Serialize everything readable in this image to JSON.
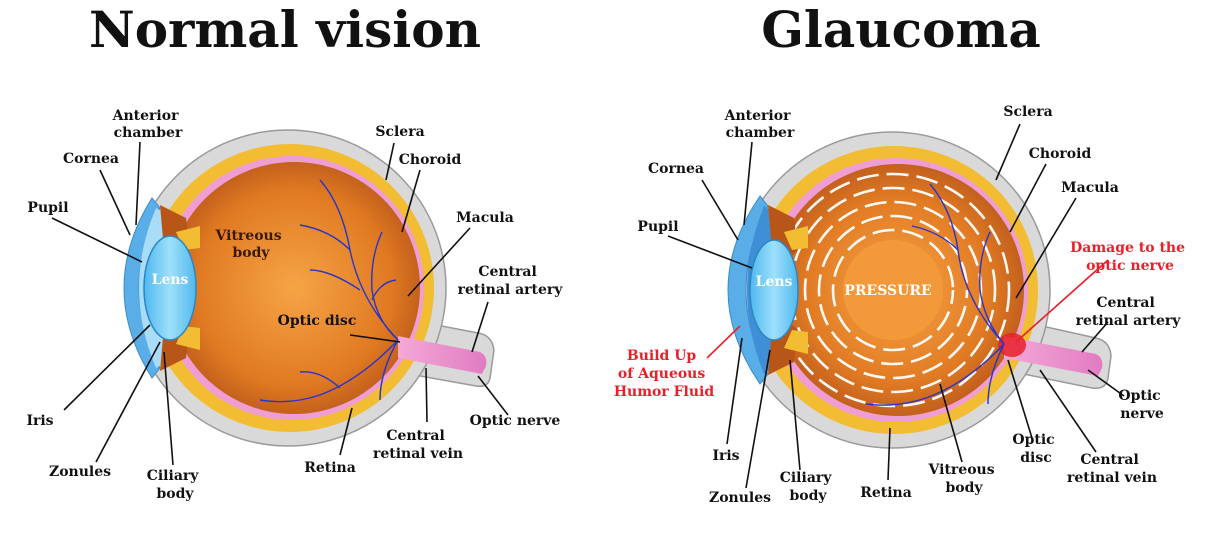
{
  "titles": {
    "left": "Normal vision",
    "right": "Glaucoma"
  },
  "normal": {
    "labels": {
      "anterior_chamber": [
        "Anterior",
        "chamber"
      ],
      "cornea": "Cornea",
      "pupil": "Pupil",
      "sclera": "Sclera",
      "choroid": "Choroid",
      "macula": "Macula",
      "central_retinal_artery": [
        "Central",
        "retinal artery"
      ],
      "optic_nerve": "Optic nerve",
      "central_retinal_vein": [
        "Central",
        "retinal vein"
      ],
      "retina": "Retina",
      "ciliary_body": [
        "Ciliary",
        "body"
      ],
      "zonules": "Zonules",
      "iris": "Iris",
      "lens": "Lens",
      "vitreous_body": [
        "Vitreous",
        "body"
      ],
      "optic_disc": "Optic disc"
    }
  },
  "glaucoma": {
    "labels": {
      "anterior_chamber": [
        "Anterior",
        "chamber"
      ],
      "cornea": "Cornea",
      "pupil": "Pupil",
      "sclera": "Sclera",
      "choroid": "Choroid",
      "macula": "Macula",
      "damage": [
        "Damage to the",
        "optic nerve"
      ],
      "central_retinal_artery": [
        "Central",
        "retinal artery"
      ],
      "optic_nerve": [
        "Optic",
        "nerve"
      ],
      "central_retinal_vein": [
        "Central",
        "retinal vein"
      ],
      "optic_disc": [
        "Optic",
        "disc"
      ],
      "vitreous_body": [
        "Vitreous",
        "body"
      ],
      "retina": "Retina",
      "ciliary_body": [
        "Ciliary",
        "body"
      ],
      "zonules": "Zonules",
      "iris": "Iris",
      "buildup": [
        "Build Up",
        "of Aqueous",
        "Humor Fluid"
      ],
      "lens": "Lens",
      "pressure": "PRESSURE"
    }
  },
  "colors": {
    "sclera": "#d9d9d9",
    "choroid": "#f2bd32",
    "retina": "#ee9ed2",
    "vitreous_outer": "#c9651a",
    "vitreous_inner": "#f29a3a",
    "cornea": "#5aaee8",
    "lens": "#7fd0f4",
    "vessels": "#2a35c8",
    "warning": "#e8202a"
  }
}
